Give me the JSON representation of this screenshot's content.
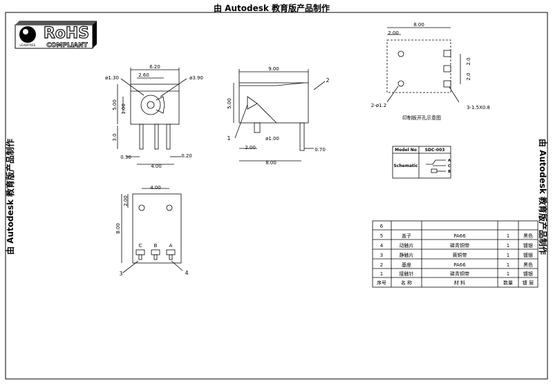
{
  "watermark": {
    "text": "由 Autodesk 教育版产品制作"
  },
  "rohs": {
    "big": "RoHS",
    "small": "COMPLIANT",
    "logo_text": "LEADFREE"
  },
  "front_view": {
    "dims": {
      "width_top": "6.20",
      "hole_spacing": "2.60",
      "hole_small": "ø1.30",
      "hole_large": "ø3.90",
      "height": "5.00",
      "center": "1.00",
      "pin_len": "3.0",
      "pin_w1": "0.30",
      "pin_w2": "0.20",
      "bottom": "4.00"
    }
  },
  "side_view": {
    "dims": {
      "length": "9.00",
      "height": "5.00",
      "pin_offset": "2.00",
      "pin_dia": "ø1.00",
      "pin_w": "0.70",
      "base": "8.00"
    },
    "callouts": [
      "1",
      "2"
    ]
  },
  "bottom_view": {
    "dims": {
      "top": "4.00",
      "offset": "2.00",
      "height": "8.00"
    },
    "pin_labels": [
      "C",
      "B",
      "A"
    ],
    "callouts": [
      "3",
      "4"
    ]
  },
  "pcb_view": {
    "dims": {
      "width": "8.00",
      "offset": "2.00",
      "v1": "2.0",
      "v2": "2.0"
    },
    "holes_label": "2-ø1.2",
    "slots_label": "3-1.5X0.8",
    "caption": "印制板开孔示意图"
  },
  "model_box": {
    "model_label": "Model No",
    "model_value": "SDC-003",
    "schematic_label": "Schematic",
    "terminals": [
      "A",
      "C",
      "B"
    ]
  },
  "bom": {
    "headers": [
      "序号",
      "名 称",
      "材 料",
      "数量",
      "镀 层"
    ],
    "rows": [
      [
        "6",
        "",
        "",
        "",
        ""
      ],
      [
        "5",
        "盖子",
        "PA66",
        "1",
        "黑色"
      ],
      [
        "4",
        "动触片",
        "磷青铜带",
        "1",
        "镀银"
      ],
      [
        "3",
        "静触片",
        "黄铜带",
        "1",
        "镀银"
      ],
      [
        "2",
        "基座",
        "PA66",
        "1",
        "黑色"
      ],
      [
        "1",
        "接触针",
        "磷青铜带",
        "1",
        "镀银"
      ]
    ]
  }
}
